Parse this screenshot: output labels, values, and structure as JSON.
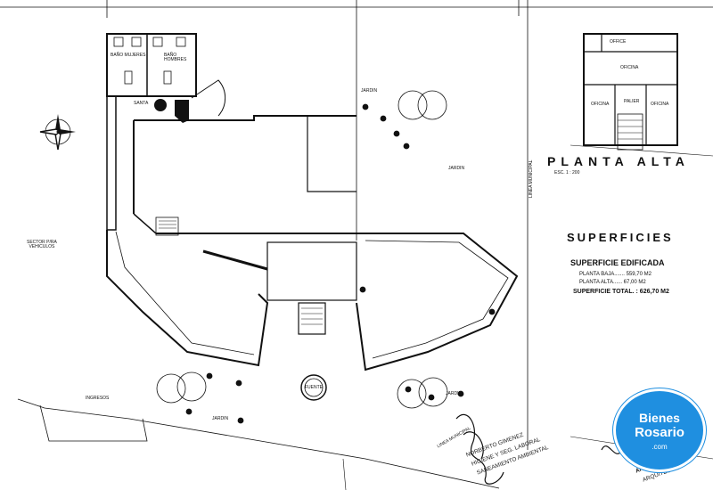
{
  "labels": {
    "bano_mujeres": "BAÑO MUJERES",
    "bano_hombres": "BAÑO HOMBRES",
    "santa": "SANTA",
    "jardin_1": "JARDIN",
    "jardin_2": "JARDIN",
    "jardin_3": "JARDIN",
    "jardin_4": "JARDIN",
    "sector_vehiculos": "SECTOR P/RA\nVEHICULOS",
    "ingresos": "INGRESOS",
    "fuente": "FUENTE",
    "linea_municipal_1": "LINEA MUNICIPAL",
    "linea_municipal_2": "LINEA MUNICIPAL"
  },
  "upper_plan": {
    "office": "OFFICE",
    "oficina_top": "OFICINA",
    "oficina_left": "OFICINA",
    "palier": "PALIER",
    "oficina_right": "OFICINA",
    "title": "PLANTA ALTA",
    "scale": "ESC. 1 : 200"
  },
  "superficies": {
    "title": "SUPERFICIES",
    "subtitle": "SUPERFICIE EDIFICADA",
    "planta_baja": "PLANTA BAJA....... 559,70 M2",
    "planta_alta": "PLANTA ALTA...... 67,00 M2",
    "total": "SUPERFICIE  TOTAL.  : 626,70 M2"
  },
  "stamps": {
    "s1": "NORBERTO GIMENEZ",
    "s2": "HIGIENE Y SEG. LABORAL",
    "s3": "SANEAMIENTO AMBIENTAL",
    "s4": "ANGEL DE ISO",
    "s5": "ARQUITECTO"
  },
  "logo": {
    "line1": "Bienes",
    "line2": "Rosario",
    "line3": ".com",
    "bg_color": "#1f8fe0"
  }
}
